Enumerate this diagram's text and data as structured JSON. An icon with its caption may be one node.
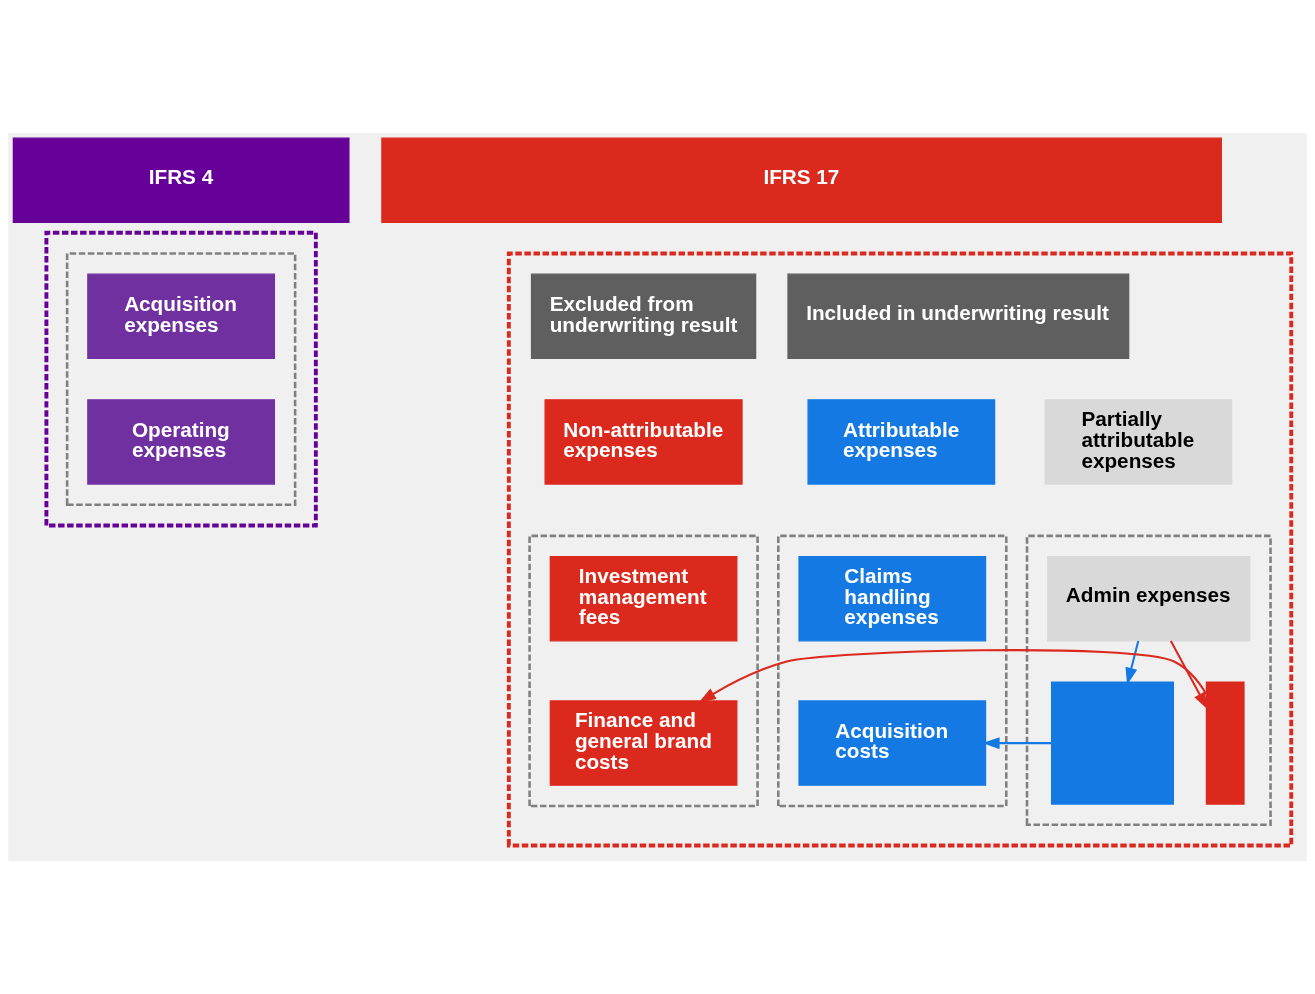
{
  "diagram": {
    "nodes": [
      {
        "text": [
          "IFRS 4"
        ]
      },
      {
        "text": [
          "IFRS 17"
        ]
      },
      {
        "text": [],
        "shape": "box"
      },
      {
        "text": [],
        "shape": "box",
        "in": 2
      },
      {
        "text": [
          "Acquisition expenses"
        ],
        "in": 3
      },
      {
        "text": [
          "Operating expenses"
        ],
        "in": 3
      },
      {
        "text": [],
        "shape": "box"
      },
      {
        "text": [
          "Included in underwriting result"
        ],
        "in": 6
      },
      {
        "text": [
          "Excluded from underwriting result"
        ],
        "in": 6
      },
      {
        "text": [
          "Attributable expenses"
        ],
        "in": 6
      },
      {
        "text": [
          "Partially attributable expenses"
        ],
        "in": 6
      },
      {
        "text": [
          "Non-attributable expenses"
        ],
        "in": 6
      },
      {
        "text": [],
        "shape": "box",
        "in": 6
      },
      {
        "text": [
          "Claims handling expenses"
        ],
        "in": 12
      },
      {
        "text": [
          "Acquisition costs"
        ],
        "in": 12
      },
      {
        "text": [],
        "shape": "box",
        "in": 6
      },
      {
        "text": [
          "Admin expenses"
        ],
        "in": 15
      },
      {
        "text": [],
        "shape": "box",
        "in": 15
      },
      {
        "text": [],
        "shape": "bar",
        "in": 15
      },
      {
        "text": [],
        "shape": "box",
        "in": 6
      },
      {
        "text": [
          "Investment management fees"
        ],
        "in": 19
      },
      {
        "text": [
          "Finance and general brand costs"
        ],
        "in": 19
      }
    ],
    "edges": [
      {
        "from": 16,
        "to": 17,
        "arrow": "to",
        "color": "#1479e3"
      },
      {
        "from": 16,
        "to": 18,
        "arrow": "to",
        "color": "#dc291e"
      },
      {
        "from": 17,
        "to": 14,
        "arrow": "to",
        "color": "#1479e3"
      },
      {
        "from": 18,
        "to": 21,
        "arrow": "to",
        "color": "#dc291e"
      }
    ]
  }
}
